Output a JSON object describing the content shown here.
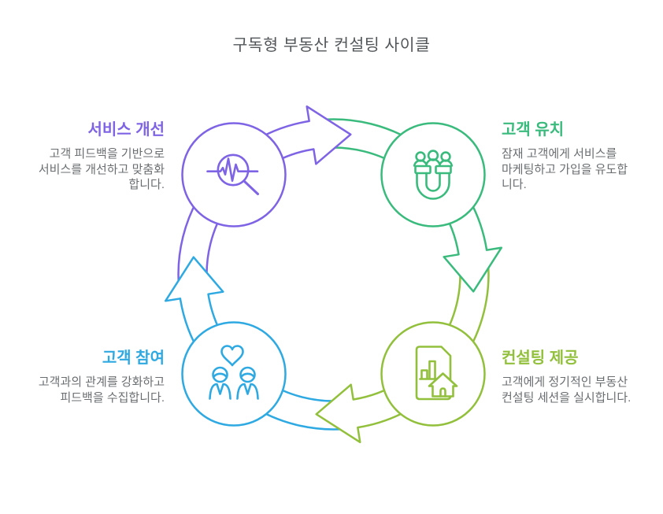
{
  "title": "구독형 부동산 컨설팅 사이클",
  "text_colors": {
    "title": "#53575a",
    "body": "#6a6e71"
  },
  "stages": [
    {
      "id": "improve",
      "name": "서비스 개선",
      "color": "#7e64e5",
      "icon": "pulse-magnifier-icon",
      "desc": [
        "고객 피드백을 기반으로",
        "서비스를 개선하고 맞춤화",
        "합니다."
      ]
    },
    {
      "id": "attract",
      "name": "고객 유치",
      "color": "#3abb7d",
      "icon": "magnet-people-icon",
      "desc": [
        "잠재 고객에게 서비스를",
        "마케팅하고 가입을 유도합",
        "니다."
      ]
    },
    {
      "id": "consult",
      "name": "컨설팅 제공",
      "color": "#92c03c",
      "icon": "document-house-icon",
      "desc": [
        "고객에게 정기적인 부동산",
        "컨설팅 세션을 실시합니다."
      ]
    },
    {
      "id": "engage",
      "name": "고객 참여",
      "color": "#2ea9e1",
      "icon": "heart-people-icon",
      "desc": [
        "고객과의 관계를 강화하고",
        "피드백을 수집합니다."
      ]
    }
  ],
  "flow": [
    "서비스 개선",
    "고객 유치",
    "컨설팅 제공",
    "고객 참여"
  ]
}
